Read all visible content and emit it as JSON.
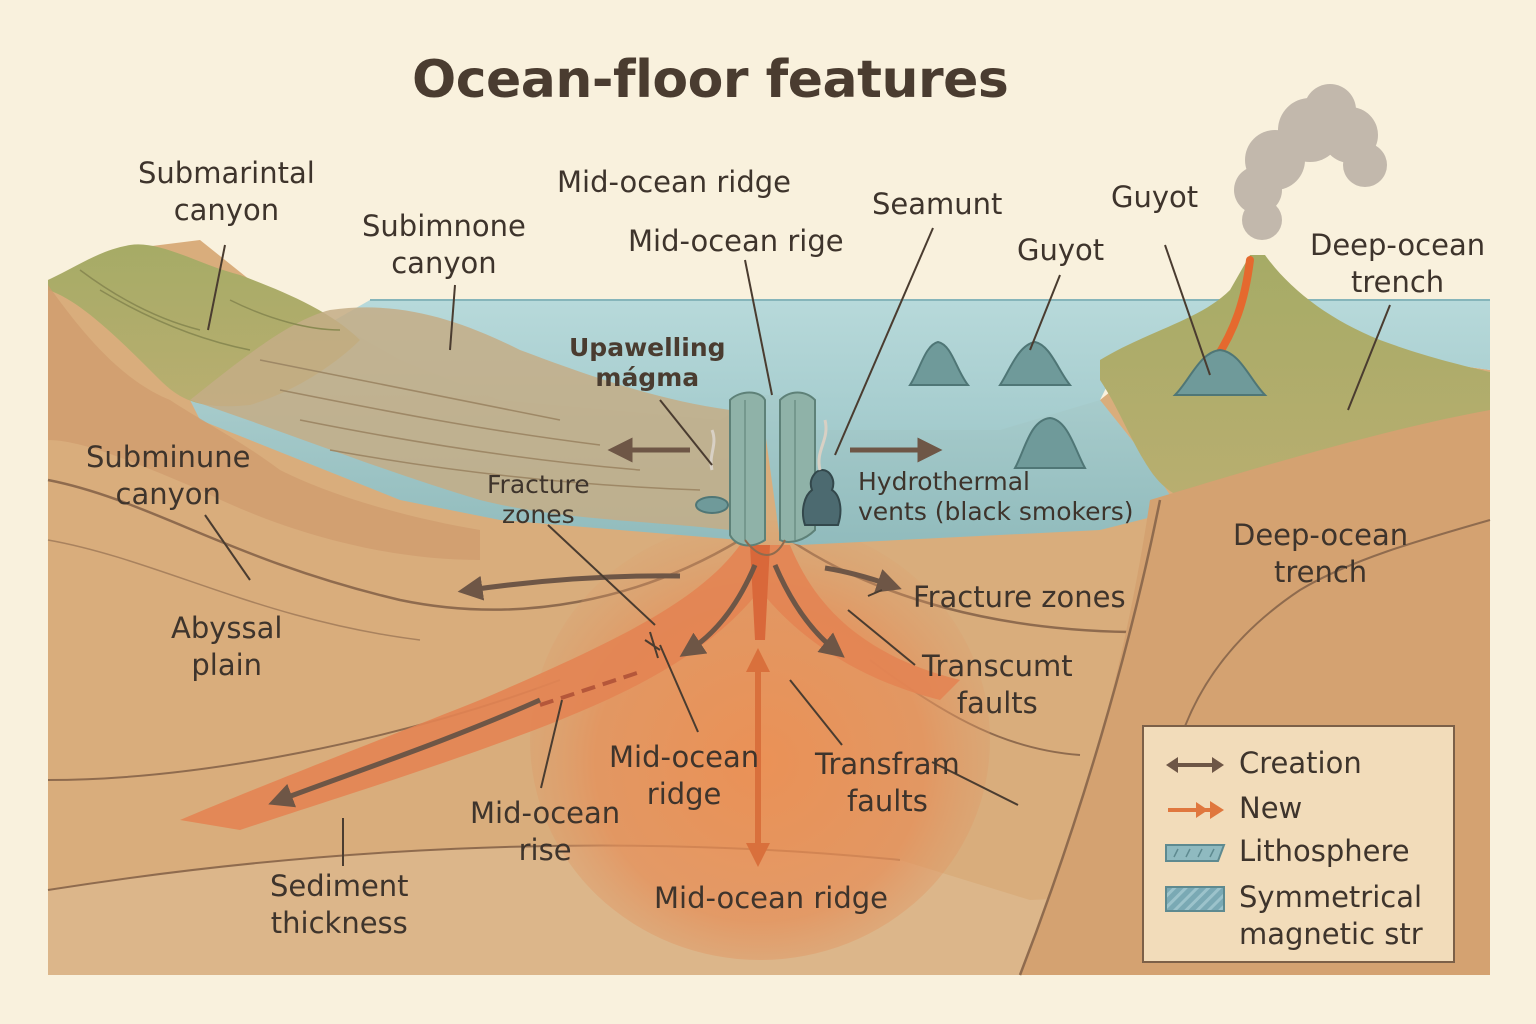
{
  "title": "Ocean-floor features",
  "labels": {
    "submarintal_canyon": [
      "Submarintal",
      "canyon"
    ],
    "subimnone_canyon": [
      "Subimnone",
      "canyon"
    ],
    "mid_ocean_ridge_top": "Mid-ocean ridge",
    "mid_ocean_rige": "Mid-ocean rige",
    "seamunt": "Seamunt",
    "guyot_1": "Guyot",
    "guyot_2": "Guyot",
    "deep_ocean_trench_top": [
      "Deep-ocean",
      "trench"
    ],
    "upawelling_magma": [
      "Upawelling",
      "mágma"
    ],
    "subminune_canyon": [
      "Subminune",
      "canyon"
    ],
    "fracture_zones_left": [
      "Fracture",
      "zones"
    ],
    "hydrothermal_vents": [
      "Hydrothermal",
      "vents (black smokers)"
    ],
    "deep_ocean_trench_right": [
      "Deep-ocean",
      "trench"
    ],
    "fracture_zones_right": "Fracture zones",
    "abyssal_plain": [
      "Abyssal",
      "plain"
    ],
    "transcumt_faults": [
      "Transcumt",
      "faults"
    ],
    "mid_ocean_ridge_mid": [
      "Mid-ocean",
      "ridge"
    ],
    "transfram_faults": [
      "Transfram",
      "faults"
    ],
    "mid_ocean_rise": [
      "Mid-ocean",
      "rise"
    ],
    "sediment_thickness": [
      "Sediment",
      "thickness"
    ],
    "mid_ocean_ridge_bottom": "Mid-ocean ridge"
  },
  "legend": {
    "items": [
      {
        "label": "Creation",
        "key": "double-arrow"
      },
      {
        "label": "New",
        "key": "orange-arrow"
      },
      {
        "label": "Lithosphere",
        "key": "blue-band"
      },
      {
        "label": "Symmetrical magnetic str",
        "lines": [
          "Symmetrical",
          "magnetic str"
        ],
        "key": "striped-block"
      }
    ]
  },
  "colors": {
    "background": "#f9f1dd",
    "ocean": "#a9cfd3",
    "crust": "#d8a878",
    "crust_dark": "#c88e60",
    "land_green": "#a8ad68",
    "magma": "#e57a45",
    "seamount": "#6f9a9a",
    "text": "#3e342c"
  }
}
